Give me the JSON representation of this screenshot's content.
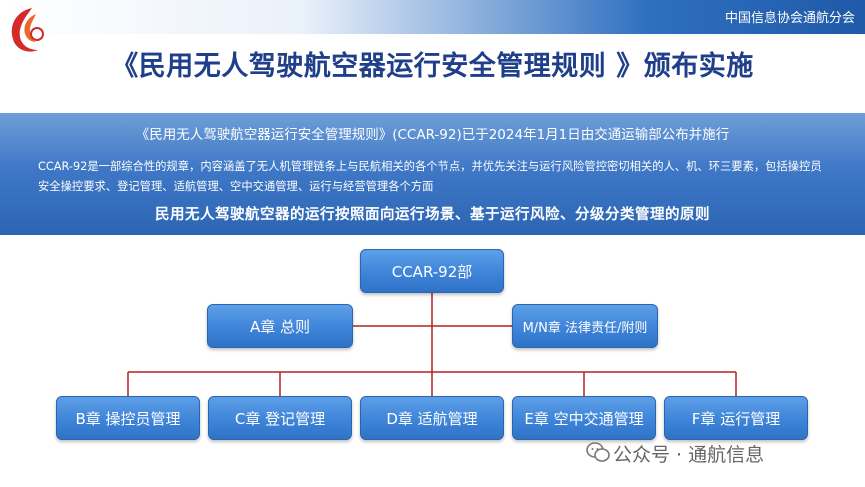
{
  "header": {
    "org_name": "中国信息协会通航分会",
    "title": "《民用无人驾驶航空器运行安全管理规则 》颁布实施"
  },
  "band": {
    "line1": "《民用无人驾驶航空器运行安全管理规则》(CCAR-92)已于2024年1月1日由交通运输部公布并施行",
    "line2": "CCAR-92是一部综合性的规章，内容涵盖了无人机管理链条上与民航相关的各个节点，并优先关注与运行风险管控密切相关的人、机、环三要素，包括操控员安全操控要求、登记管理、适航管理、空中交通管理、运行与经营管理各个方面",
    "line3": "民用无人驾驶航空器的运行按照面向运行场景、基于运行风险、分级分类管理的原则"
  },
  "diagram": {
    "root": "CCAR-92部",
    "level2": [
      "A章 总则",
      "M/N章 法律责任/附则"
    ],
    "level3": [
      "B章 操控员管理",
      "C章 登记管理",
      "D章 适航管理",
      "E章 空中交通管理",
      "F章 运行管理"
    ]
  },
  "watermark": {
    "text": "公众号 · 通航信息",
    "icon": "wechat-icon"
  },
  "colors": {
    "title": "#1f3f8a",
    "box": "#3e84d8",
    "connector": "#b22222",
    "band": "#3f78c6"
  }
}
